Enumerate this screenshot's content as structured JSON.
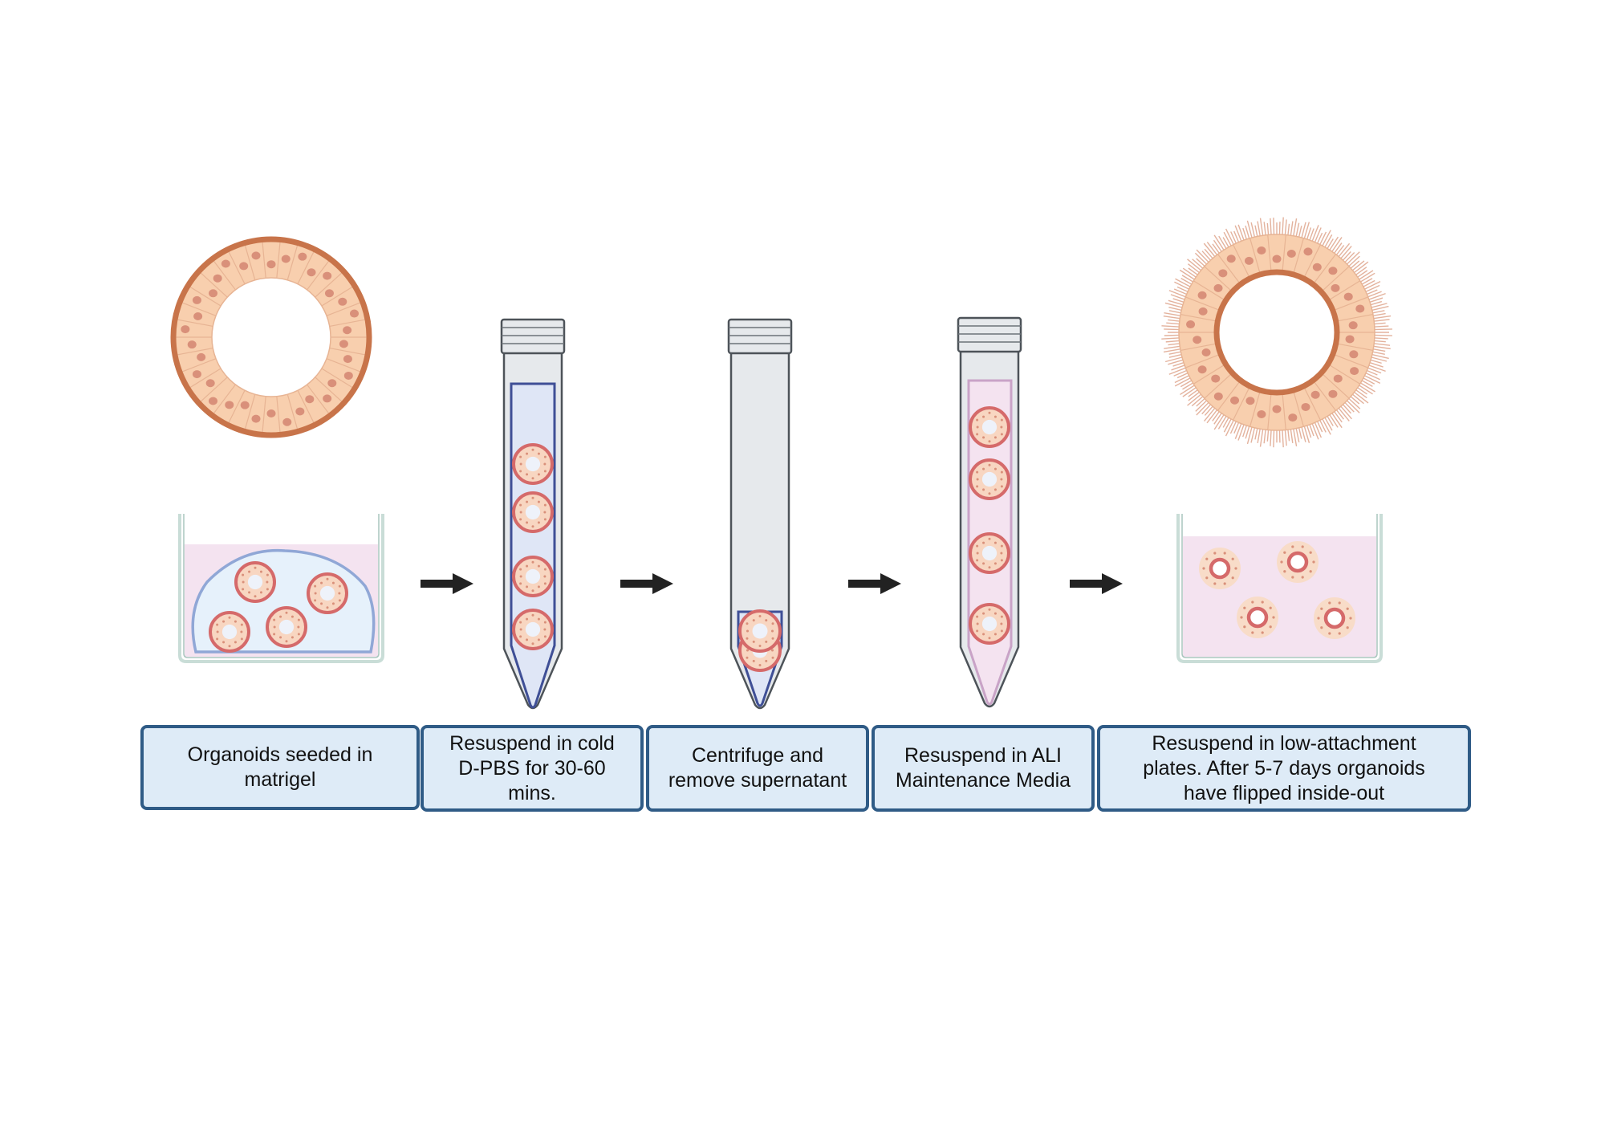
{
  "steps": [
    {
      "caption": "Organoids seeded in\nmatrigel"
    },
    {
      "caption": "Resuspend in cold\nD-PBS for 30-60\nmins."
    },
    {
      "caption": "Centrifuge and\nremove supernatant"
    },
    {
      "caption": "Resuspend in ALI\nMaintenance Media"
    },
    {
      "caption": "Resuspend in low-attachment\nplates. After 5-7 days organoids\nhave flipped inside-out"
    }
  ],
  "colors": {
    "caption_fill": "#deebf7",
    "caption_border": "#2f5b86",
    "organoid_ring": "#c8744a",
    "organoid_cells": "#f8cfae",
    "organoid_nuclei": "#d9907a",
    "small_organoid_ring": "#d56a6a",
    "matrigel_fill": "#e6f1fb",
    "matrigel_border": "#90a7d6",
    "media_pink": "#f4e3f0",
    "pbs_blue": "#dfe6f6",
    "tube_gray": "#e6e9ec",
    "arrow": "#222222"
  },
  "icons": [
    "organoid-apical-in-icon",
    "well-plate-icon",
    "falcon-tube-icon",
    "arrow-right-icon",
    "organoid-apical-out-icon"
  ]
}
